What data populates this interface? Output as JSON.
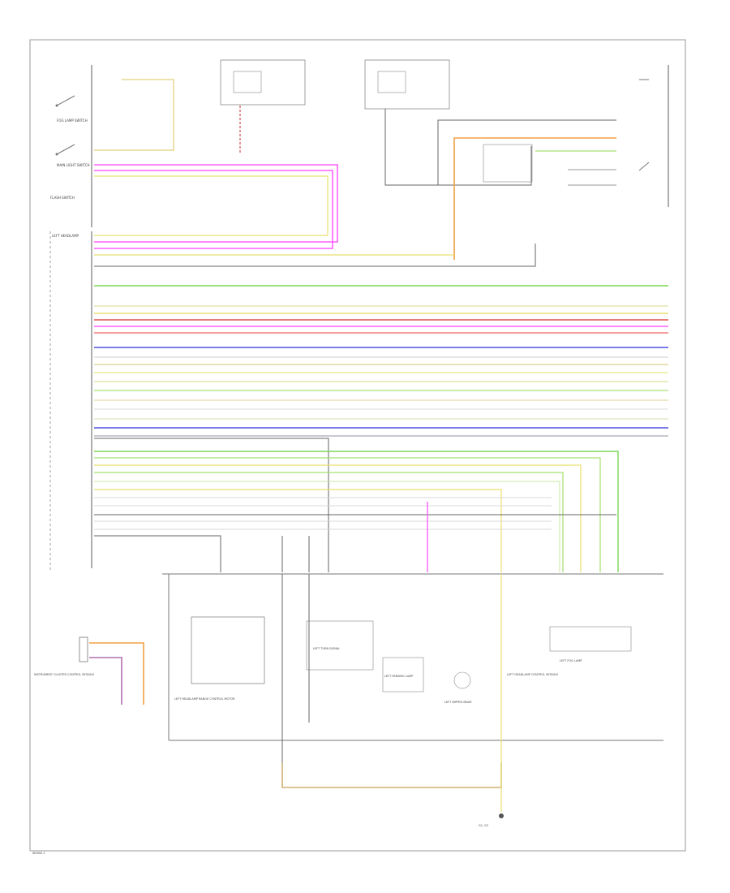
{
  "page_code": "W0000-1",
  "main_label": "LEFT HEADLAMP",
  "switch_labels": [
    "FOG LAMP SWITCH",
    "MAIN LIGHT SWITCH",
    "FLASH SWITCH"
  ],
  "lower_labels": {
    "instrument_cluster": "INSTRUMENT CLUSTER CONTROL MODULE",
    "ground": "G1, G2",
    "headlamp_range": "LEFT HEADLAMP RANGE CONTROL MOTOR",
    "turn_signal": "LEFT TURN SIGNAL",
    "parking_lamp": "LEFT PARKING LAMP",
    "dipped_beam": "LEFT DIPPED BEAM",
    "control_module": "LEFT HEADLAMP CONTROL MODULE",
    "fog_lamp": "LEFT FOG LAMP"
  },
  "colors": {
    "frame": "#999999",
    "dark_wire": "#555555",
    "green": "#7ed957",
    "light_green": "#a6e070",
    "yellow": "#e8e070",
    "red": "#e05050",
    "pink": "#ff50ff",
    "orange": "#f0a040",
    "blue": "#5050e0",
    "tan": "#d0b070",
    "violet": "#b070b0"
  }
}
